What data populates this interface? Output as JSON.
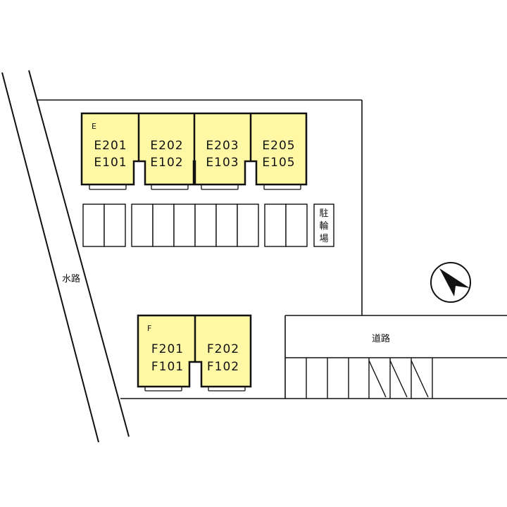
{
  "colors": {
    "building_fill": "#fff9a6",
    "building_stroke": "#111111",
    "line": "#111111",
    "background": "#ffffff"
  },
  "labels": {
    "waterway": "水路",
    "road": "道路",
    "bicycle_parking": [
      "駐",
      "輪",
      "場"
    ]
  },
  "compass_icon": "north-arrow-icon",
  "buildings": {
    "E": {
      "letter": "E",
      "units": [
        {
          "upper": "E201",
          "lower": "E101"
        },
        {
          "upper": "E202",
          "lower": "E102"
        },
        {
          "upper": "E203",
          "lower": "E103"
        },
        {
          "upper": "E205",
          "lower": "E105"
        }
      ]
    },
    "F": {
      "letter": "F",
      "units": [
        {
          "upper": "F201",
          "lower": "F101"
        },
        {
          "upper": "F202",
          "lower": "F102"
        }
      ]
    }
  }
}
